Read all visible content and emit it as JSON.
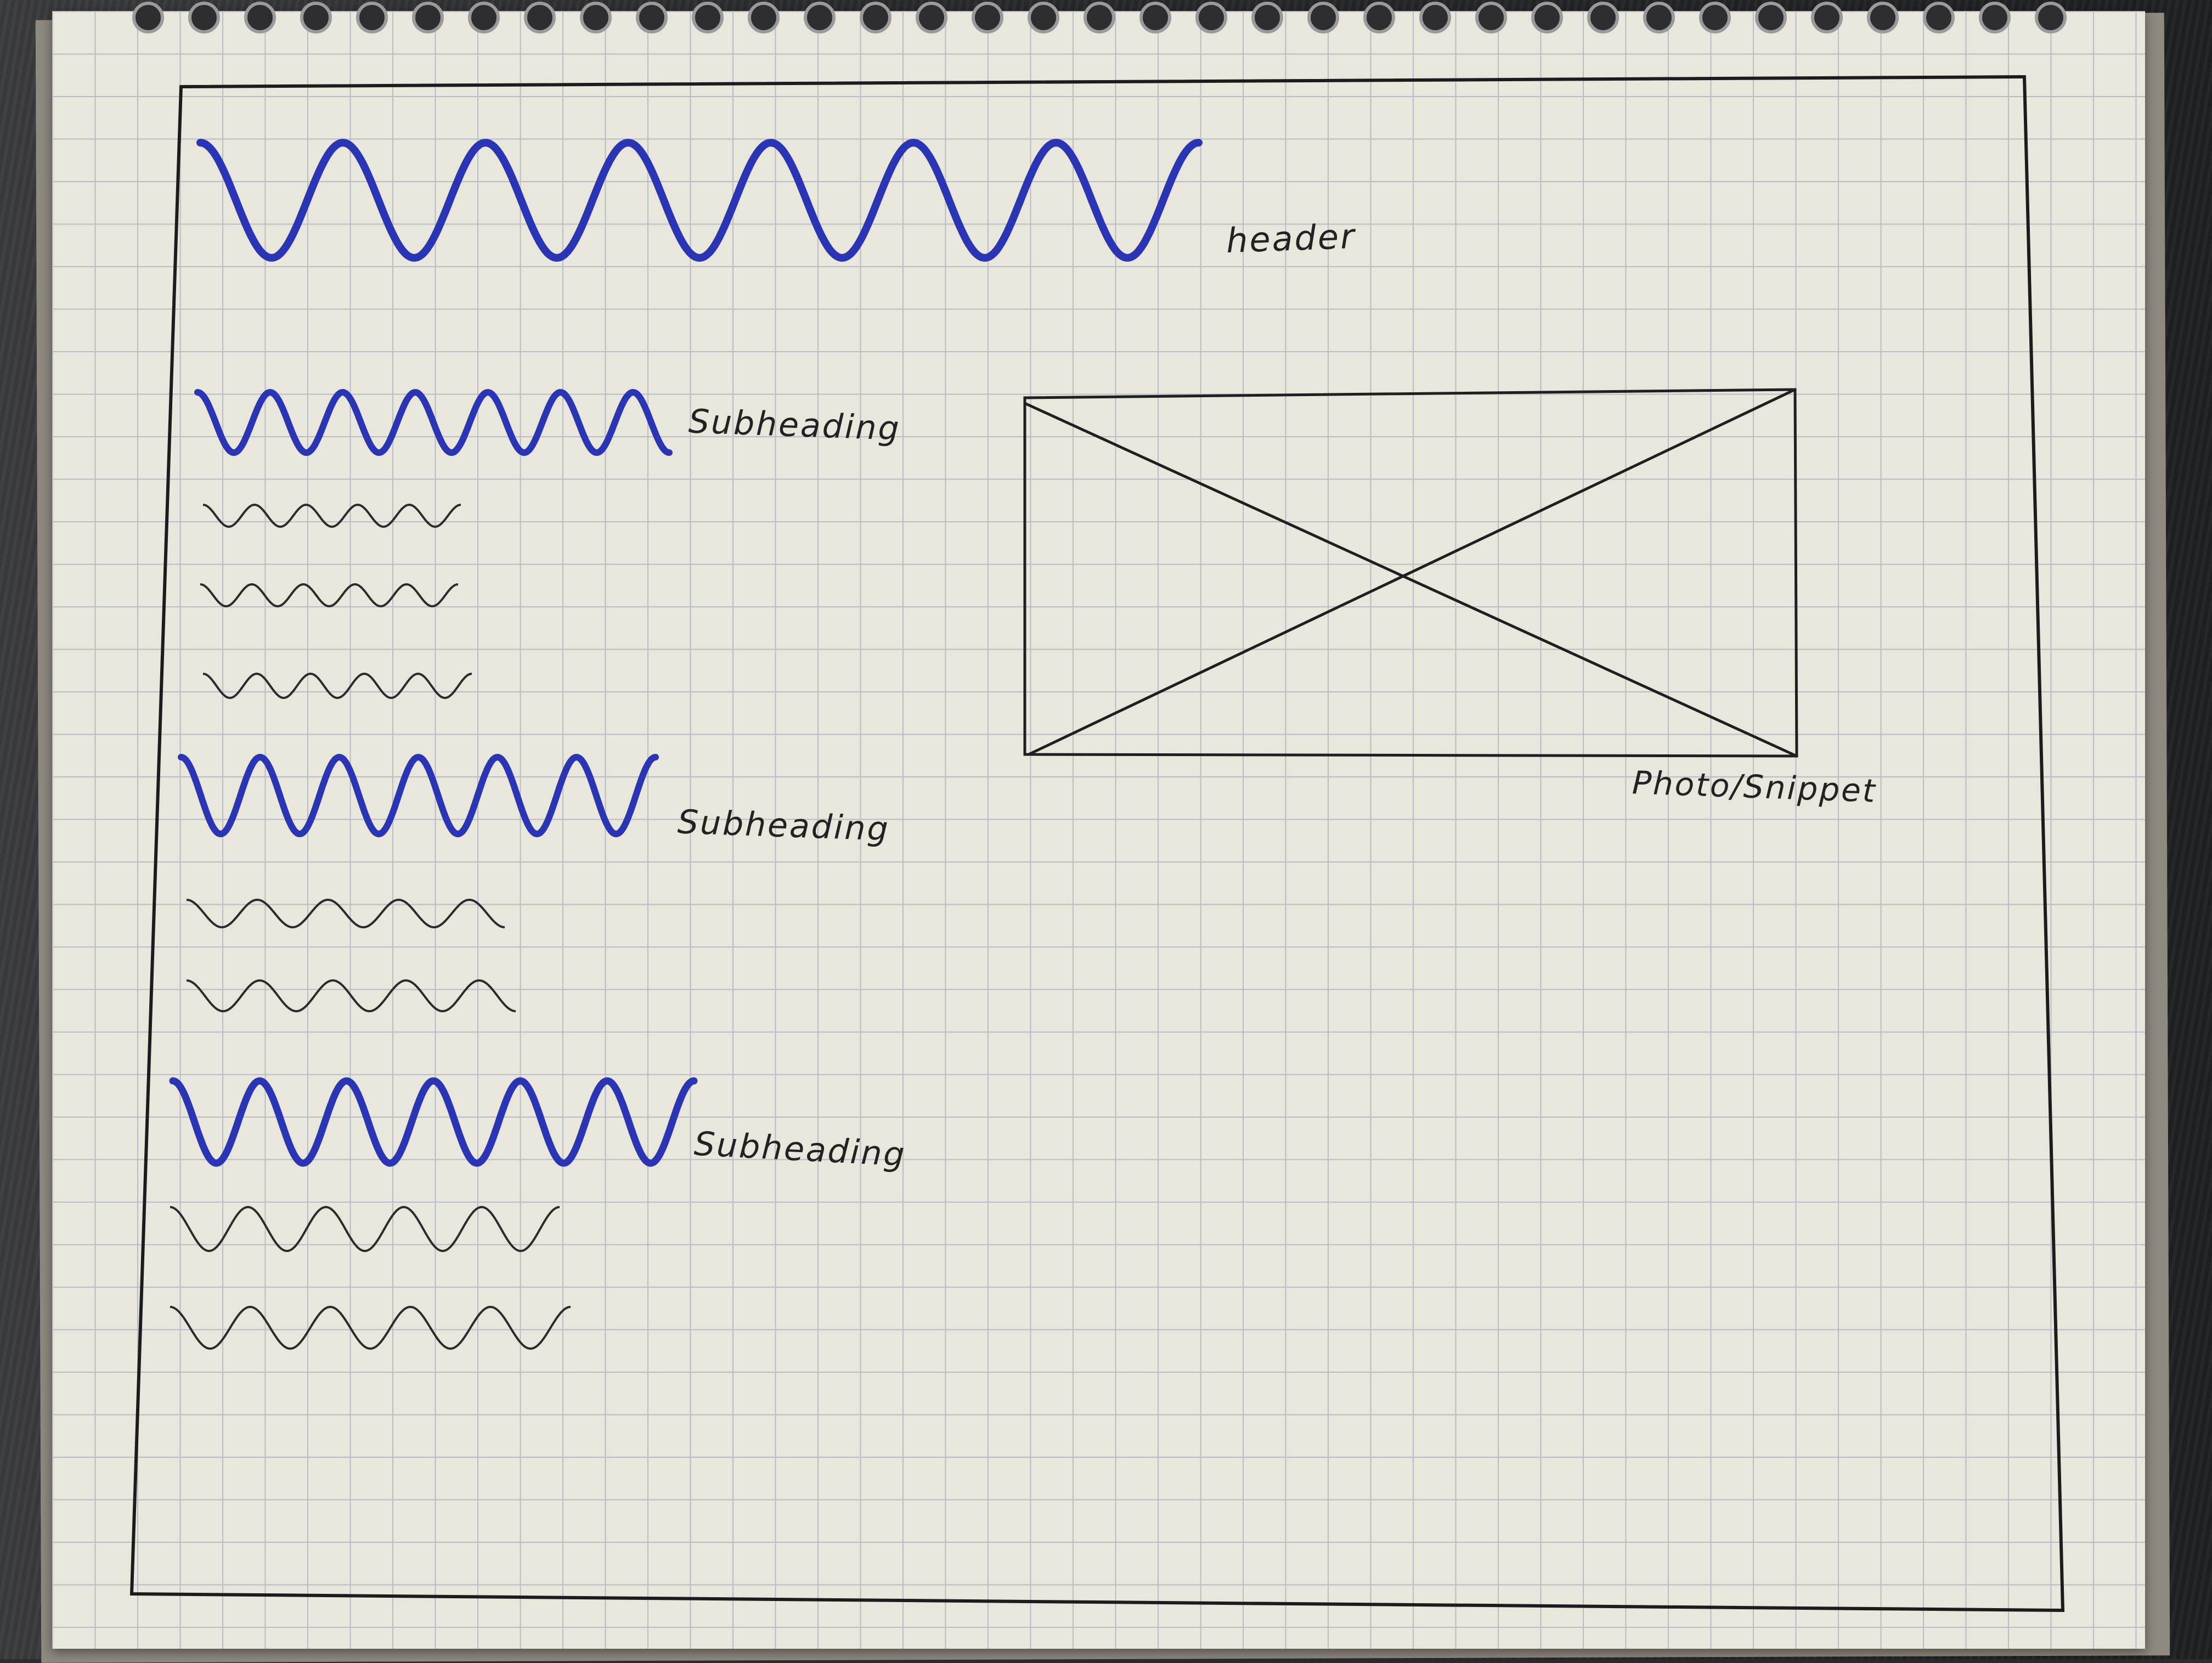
{
  "labels": {
    "header": "header",
    "subheading_1": "Subheading",
    "subheading_2": "Subheading",
    "subheading_3": "Subheading",
    "image": "Photo/Snippet"
  },
  "colors": {
    "ink_blue": "#2a35b5",
    "pencil": "#2b2b2b",
    "paper": "#e9e7dc",
    "grid": "#b9bcc2"
  }
}
